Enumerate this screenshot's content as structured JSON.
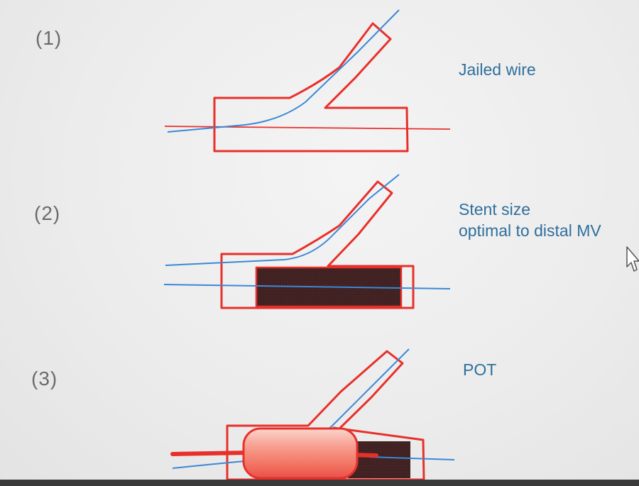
{
  "steps": [
    {
      "id": "step-1",
      "number": "(1)",
      "caption_lines": [
        "Jailed wire"
      ]
    },
    {
      "id": "step-2",
      "number": "(2)",
      "caption_lines": [
        "Stent size",
        "optimal to distal MV"
      ]
    },
    {
      "id": "step-3",
      "number": "(3)",
      "caption_lines": [
        "POT"
      ]
    }
  ],
  "colors": {
    "vessel_outline": "#e8302b",
    "guidewire": "#3b88d6",
    "stent": "#3a1f1f",
    "balloon": "#f06a5a",
    "caption_text": "#2f6f9c",
    "number_text": "#6b6b6b"
  },
  "icons": [
    "mouse-pointer-icon"
  ]
}
